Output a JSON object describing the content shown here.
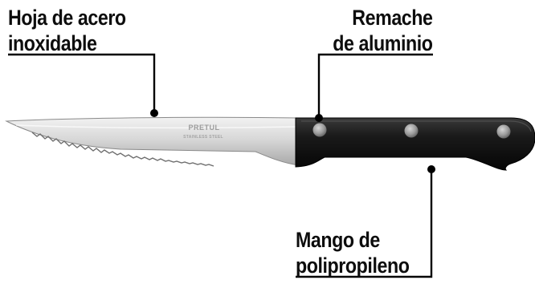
{
  "labels": {
    "blade": {
      "line1": "Hoja de acero",
      "line2": "inoxidable"
    },
    "rivet": {
      "line1": "Remache",
      "line2": "de aluminio"
    },
    "handle": {
      "line1": "Mango de",
      "line2": "polipropileno"
    }
  },
  "knife": {
    "brand": "PRETUL",
    "blade_marking": "STAINLESS STEEL"
  },
  "colors": {
    "text": "#0d0d0d",
    "leader_line": "#000000",
    "blade_steel": "#dcdcdc",
    "handle": "#141414",
    "rivet": "#9a9a9a"
  }
}
